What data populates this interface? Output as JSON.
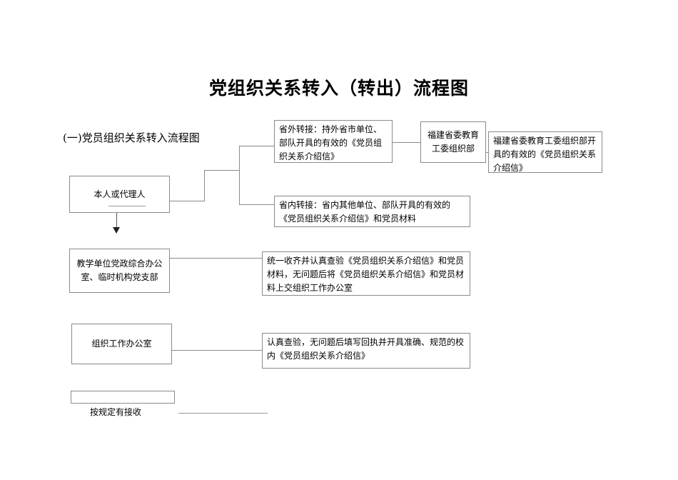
{
  "document": {
    "title": "党组织关系转入（转出）流程图",
    "subtitle": "(一)党员组织关系转入流程图"
  },
  "nodes": {
    "applicant": "本人或代理人",
    "out_of_province": "省外转接：持外省市单位、部队开具的有效的《党员组织关系介绍信》",
    "provincial_committee": "福建省委教育工委组织部",
    "provincial_letter": "福建省委教育工委组织部开具的有效的《党员组织关系介绍信》",
    "in_province": "省内转接：省内其他单位、部队开具的有效的《党员组织关系介绍信》和党员材料",
    "teaching_unit": "教学单位党政综合办公室、临时机构党支部",
    "teaching_unit_desc": "统一收齐并认真查验《党员组织关系介绍信》和党员材料，无问题后将《党员组织关系介绍信》和党员材料上交组织工作办公室",
    "org_office": "组织工作办公室",
    "org_office_desc": "认真查验，无问题后填写回执并开具准确、规范的校内《党员组织关系介绍信》",
    "final_box": "",
    "final_caption": "按规定有接收"
  },
  "style": {
    "border_color": "#8a8a8a",
    "text_color": "#000000",
    "background": "#ffffff"
  }
}
